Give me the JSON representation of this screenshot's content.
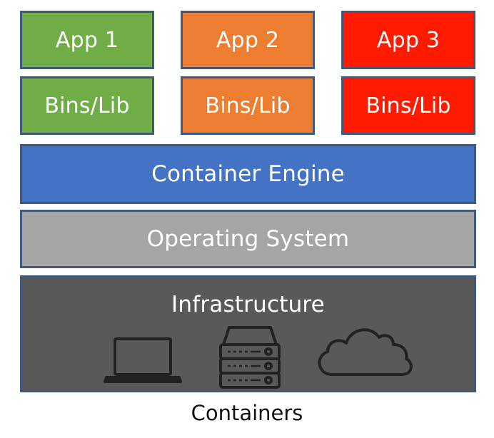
{
  "apps": [
    {
      "label": "App 1",
      "color": "#70ad47"
    },
    {
      "label": "App 2",
      "color": "#ed7d31"
    },
    {
      "label": "App 3",
      "color": "#ff1a00"
    }
  ],
  "bins": [
    {
      "label": "Bins/Lib",
      "color": "#70ad47"
    },
    {
      "label": "Bins/Lib",
      "color": "#ed7d31"
    },
    {
      "label": "Bins/Lib",
      "color": "#ff1a00"
    }
  ],
  "layers": {
    "engine": {
      "label": "Container Engine",
      "color": "#4472c4"
    },
    "os": {
      "label": "Operating System",
      "color": "#a5a5a5"
    },
    "infrastructure": {
      "label": "Infrastructure",
      "color": "#595959",
      "icons": [
        "laptop-icon",
        "server-icon",
        "cloud-icon"
      ]
    }
  },
  "caption": "Containers",
  "colors": {
    "border": "#40587a",
    "icon_outline": "#222222"
  }
}
